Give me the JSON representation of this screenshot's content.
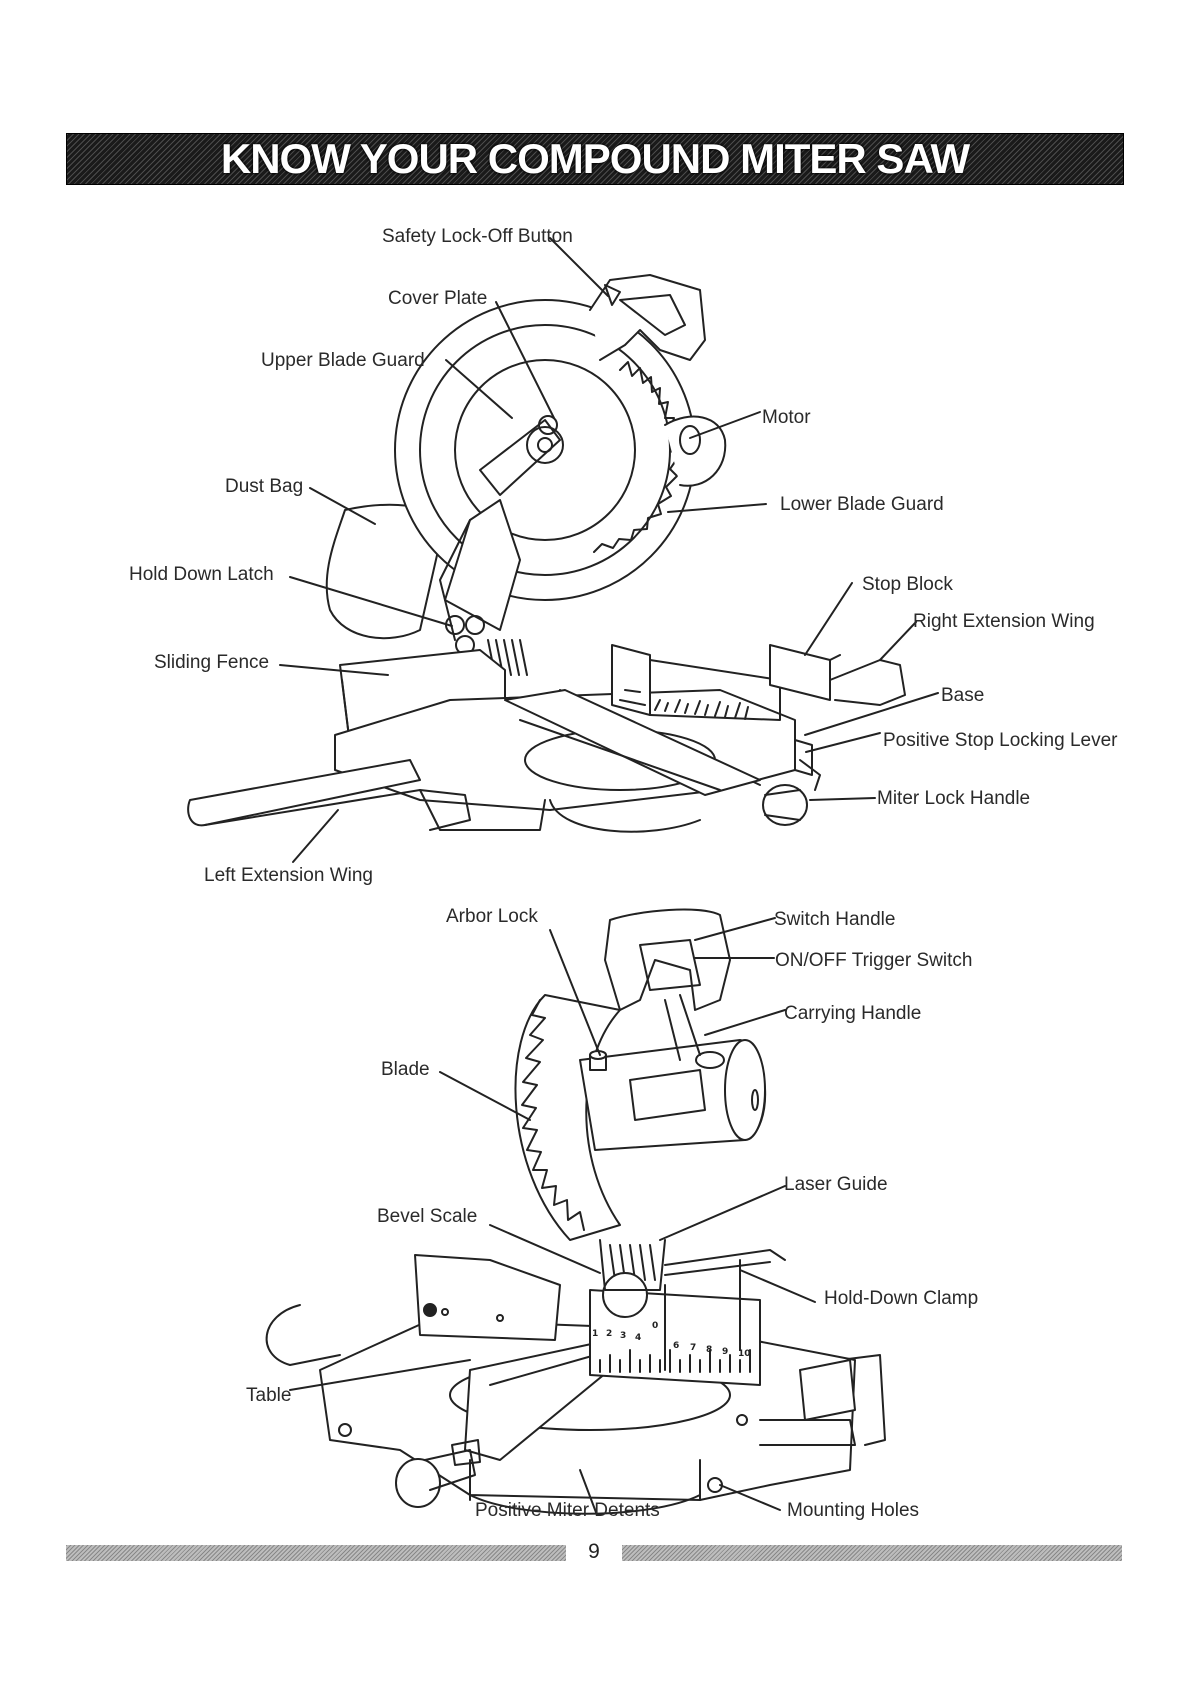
{
  "header": {
    "title": "KNOW YOUR COMPOUND MITER SAW"
  },
  "top_diagram": {
    "labels": {
      "safety_lock_off_button": "Safety Lock-Off Button",
      "cover_plate": "Cover Plate",
      "upper_blade_guard": "Upper Blade Guard",
      "motor": "Motor",
      "dust_bag": "Dust Bag",
      "lower_blade_guard": "Lower Blade Guard",
      "hold_down_latch": "Hold Down Latch",
      "stop_block": "Stop Block",
      "right_extension_wing": "Right Extension Wing",
      "sliding_fence": "Sliding Fence",
      "base": "Base",
      "positive_stop_locking_lever": "Positive Stop Locking Lever",
      "miter_lock_handle": "Miter Lock Handle",
      "left_extension_wing": "Left Extension Wing"
    }
  },
  "bottom_diagram": {
    "labels": {
      "arbor_lock": "Arbor Lock",
      "switch_handle": "Switch Handle",
      "on_off_trigger_switch": "ON/OFF Trigger Switch",
      "carrying_handle": "Carrying Handle",
      "blade": "Blade",
      "laser_guide": "Laser Guide",
      "bevel_scale": "Bevel Scale",
      "hold_down_clamp": "Hold-Down Clamp",
      "table": "Table",
      "positive_miter_detents": "Positive Miter Detents",
      "mounting_holes": "Mounting Holes"
    },
    "scale_numbers": [
      "1",
      "2",
      "3",
      "4",
      "0",
      "6",
      "7",
      "8",
      "9",
      "10"
    ]
  },
  "footer": {
    "page_number": "9"
  }
}
